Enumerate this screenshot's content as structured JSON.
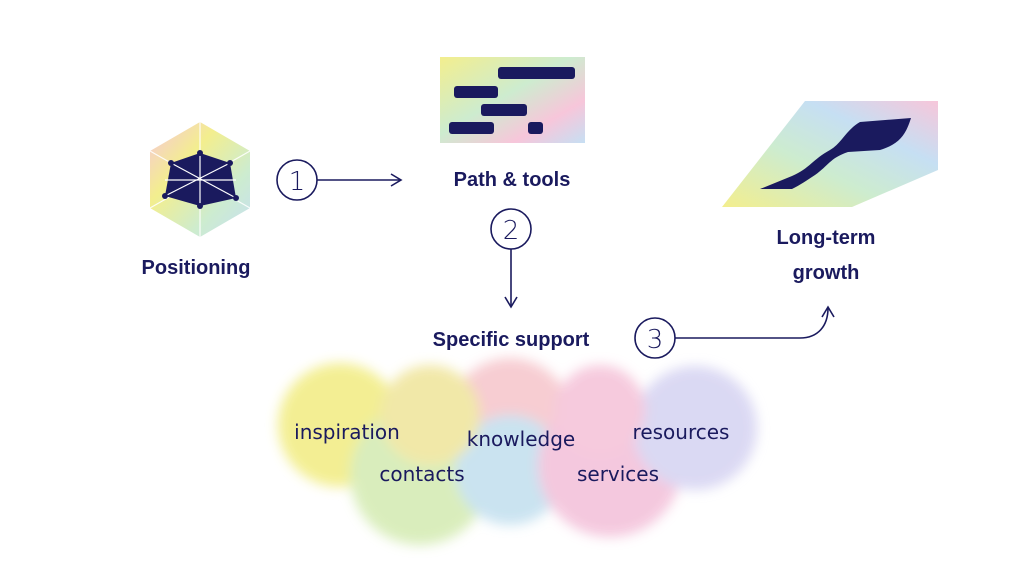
{
  "colors": {
    "navy": "#1a1a5e",
    "gradient_yellow": "#f3ee8e",
    "gradient_pink": "#f7c6da",
    "gradient_blue": "#c6dff3",
    "gradient_green": "#cdeccf"
  },
  "nodes": {
    "positioning": {
      "label": "Positioning",
      "icon": "hexagon-network-icon"
    },
    "path_tools": {
      "label": "Path & tools",
      "icon": "gantt-bars-icon"
    },
    "long_term": {
      "line1": "Long-term",
      "line2": "growth",
      "icon": "growth-wave-icon"
    },
    "specific_support": {
      "label": "Specific support"
    }
  },
  "steps": {
    "one": "1",
    "two": "2",
    "three": "3"
  },
  "cloud": {
    "inspiration": "inspiration",
    "knowledge": "knowledge",
    "resources": "resources",
    "contacts": "contacts",
    "services": "services"
  }
}
